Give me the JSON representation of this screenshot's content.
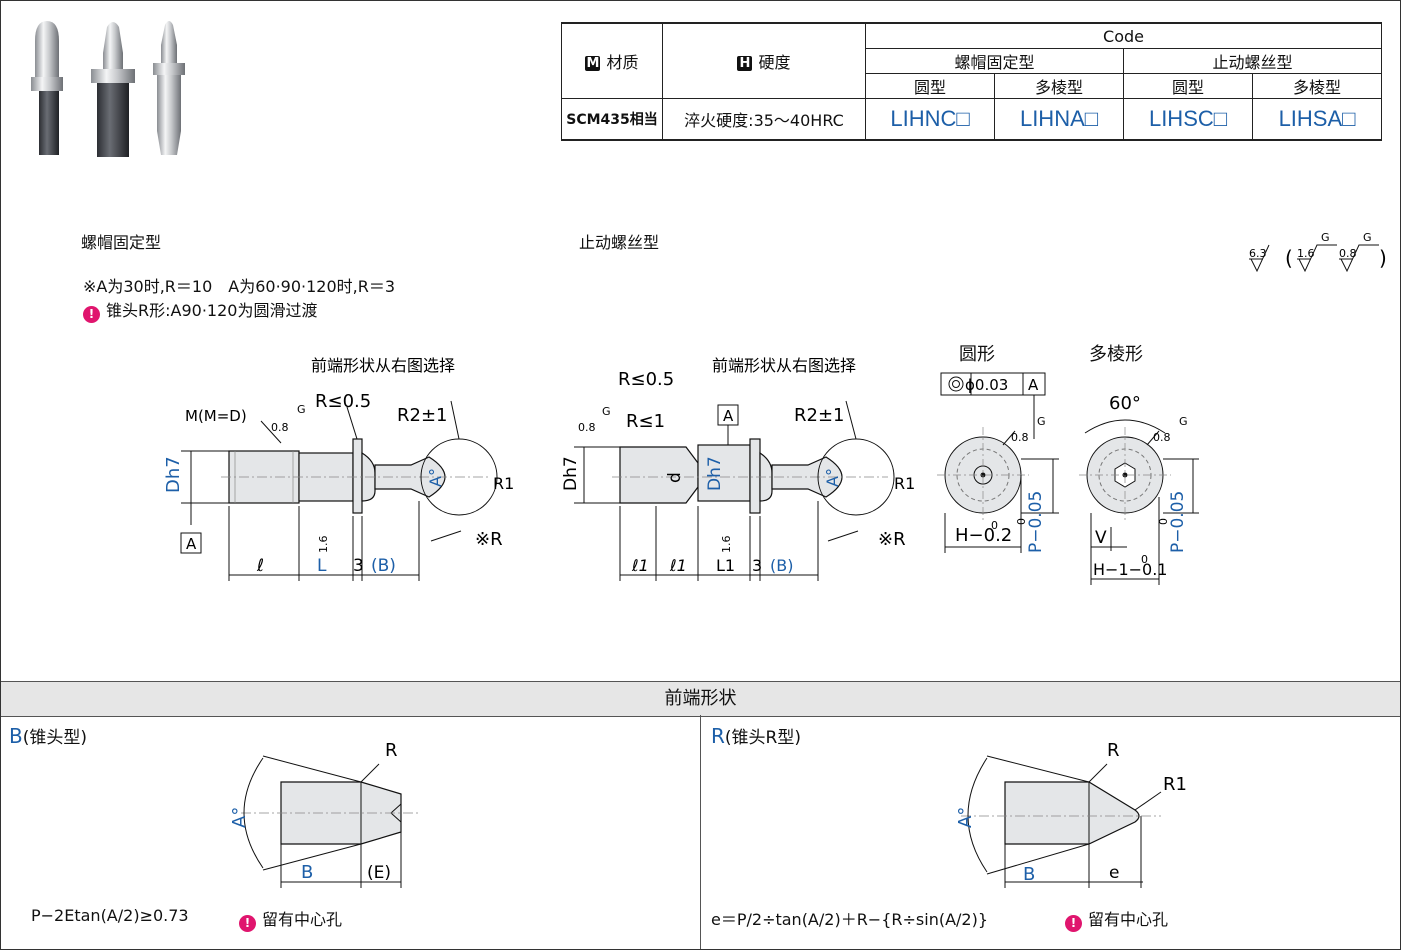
{
  "spec_table": {
    "material_badge": "M",
    "material_header": "材质",
    "hardness_badge": "H",
    "hardness_header": "硬度",
    "code_header": "Code",
    "group1": "螺帽固定型",
    "group2": "止动螺丝型",
    "sub_round1": "圆型",
    "sub_poly1": "多棱型",
    "sub_round2": "圆型",
    "sub_poly2": "多棱型",
    "material_value": "SCM435相当",
    "hardness_value": "淬火硬度:35～40HRC",
    "codes": [
      "LIHNC□",
      "LIHNA□",
      "LIHSC□",
      "LIHSA□"
    ]
  },
  "left_section": {
    "title": "螺帽固定型",
    "note1": "※A为30时,R＝10　A为60·90·120时,R＝3",
    "note2": "锥头R形:A90·120为圆滑过渡"
  },
  "right_section": {
    "title": "止动螺丝型"
  },
  "roughness": {
    "main": "6.3",
    "a": "1.6",
    "b": "0.8",
    "g": "G"
  },
  "drawing1": {
    "front_note": "前端形状从右图选择",
    "thread": "M(M=D)",
    "rough_08": "0.8",
    "g": "G",
    "r05": "R≤0.5",
    "r2": "R2±1",
    "dh7": "Dh7",
    "a_deg": "A°",
    "r1": "R1",
    "datum": "A",
    "rough_16": "1.6",
    "star_r": "※R",
    "dim_l": "ℓ",
    "dim_L": "L",
    "dim_3": "3",
    "dim_B": "(B)"
  },
  "drawing2": {
    "front_note": "前端形状从右图选择",
    "r05": "R≤0.5",
    "r1le": "R≤1",
    "r2": "R2±1",
    "datum": "A",
    "rough_08": "0.8",
    "g": "G",
    "dh7_left": "Dh7",
    "d": "d",
    "dh7": "Dh7",
    "a_deg": "A°",
    "r1": "R1",
    "rough_16": "1.6",
    "star_r": "※R",
    "dim_l1a": "ℓ1",
    "dim_l1b": "ℓ1",
    "dim_L1": "L1",
    "dim_3": "3",
    "dim_B": "(B)"
  },
  "views": {
    "round_title": "圆形",
    "poly_title": "多棱形",
    "tol": "ϕ0.03",
    "datum": "A",
    "rough": "0.8",
    "g": "G",
    "h_round": "H−0.2",
    "h_round_top": "0",
    "p_tol": "P−0.05",
    "p_tol_top": "0",
    "angle": "60°",
    "v": "V",
    "h_poly": "H−1−0.1",
    "h_poly_top": "0"
  },
  "tip_section": {
    "header": "前端形状",
    "b_label": "B",
    "b_type": "(锥头型)",
    "r_label": "R",
    "r_type": "(锥头R型)",
    "b_r": "R",
    "b_a": "A°",
    "b_B": "B",
    "b_E": "(E)",
    "r_R": "R",
    "r_R1": "R1",
    "r_a": "A°",
    "r_B": "B",
    "r_e": "e",
    "b_formula": "P−2Etan(A/2)≥0.73",
    "b_center": "留有中心孔",
    "r_formula": "e＝P/2÷tan(A/2)＋R−{R÷sin(A/2)}",
    "r_center": "留有中心孔"
  },
  "colors": {
    "accent": "#1d5fa8",
    "warning": "#e0156e",
    "header_bg": "#e6e6e6"
  }
}
